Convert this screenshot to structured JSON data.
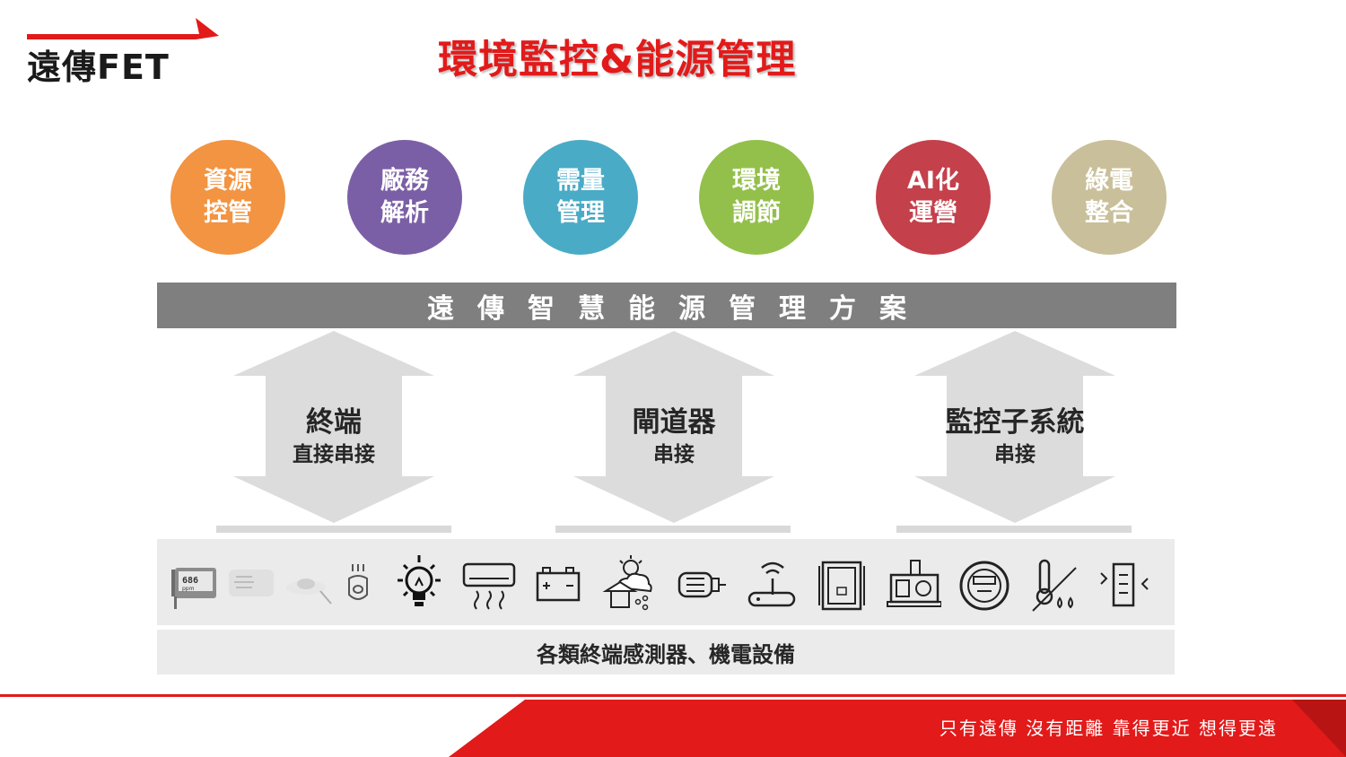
{
  "header": {
    "logo_text": "遠傳FET",
    "title": "環境監控&能源管理"
  },
  "circles": [
    {
      "line1": "資源",
      "line2": "控管",
      "color": "#f29441"
    },
    {
      "line1": "廠務",
      "line2": "解析",
      "color": "#7b5fa6"
    },
    {
      "line1": "需量",
      "line2": "管理",
      "color": "#4aabc6"
    },
    {
      "line1": "環境",
      "line2": "調節",
      "color": "#93c04a"
    },
    {
      "line1": "AI化",
      "line2": "運營",
      "color": "#c4404b"
    },
    {
      "line1": "綠電",
      "line2": "整合",
      "color": "#c9bf9a"
    }
  ],
  "solution_banner": "遠傳智慧能源管理方案",
  "arrows": [
    {
      "main": "終端",
      "sub": "直接串接"
    },
    {
      "main": "閘道器",
      "sub": "串接"
    },
    {
      "main": "監控子系統",
      "sub": "串接"
    }
  ],
  "device_readout": {
    "value": "686",
    "row2": "ppm"
  },
  "devices_caption": "各類終端感測器、機電設備",
  "footer": {
    "slogan": "只有遠傳 沒有距離  靠得更近 想得更遠",
    "accent_color": "#e21a1a"
  }
}
